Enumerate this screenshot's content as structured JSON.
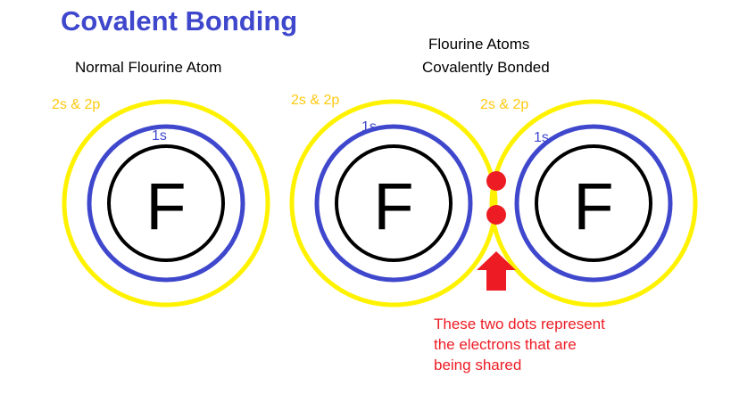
{
  "title": "Covalent Bonding",
  "captions": {
    "single_atom": "Normal Flourine Atom",
    "bonded_line1": "Flourine  Atoms",
    "bonded_line2": "Covalently Bonded"
  },
  "shell_labels": {
    "outer": "2s & 2p",
    "inner": "1s"
  },
  "element_symbol": "F",
  "annotation": {
    "lines": [
      "These two dots represent",
      "the electrons that are",
      "being shared"
    ]
  },
  "colors": {
    "title": "#3f48cc",
    "outer_shell": "#fff200",
    "inner_shell": "#3f48cc",
    "nucleus": "#000000",
    "electrons": "#ed1c24",
    "annotation": "#ed1c24",
    "shell_label_outer": "#ffc90e",
    "shell_label_inner": "#3f48cc"
  },
  "icons": {
    "pointer": "red-up-arrow-icon"
  }
}
